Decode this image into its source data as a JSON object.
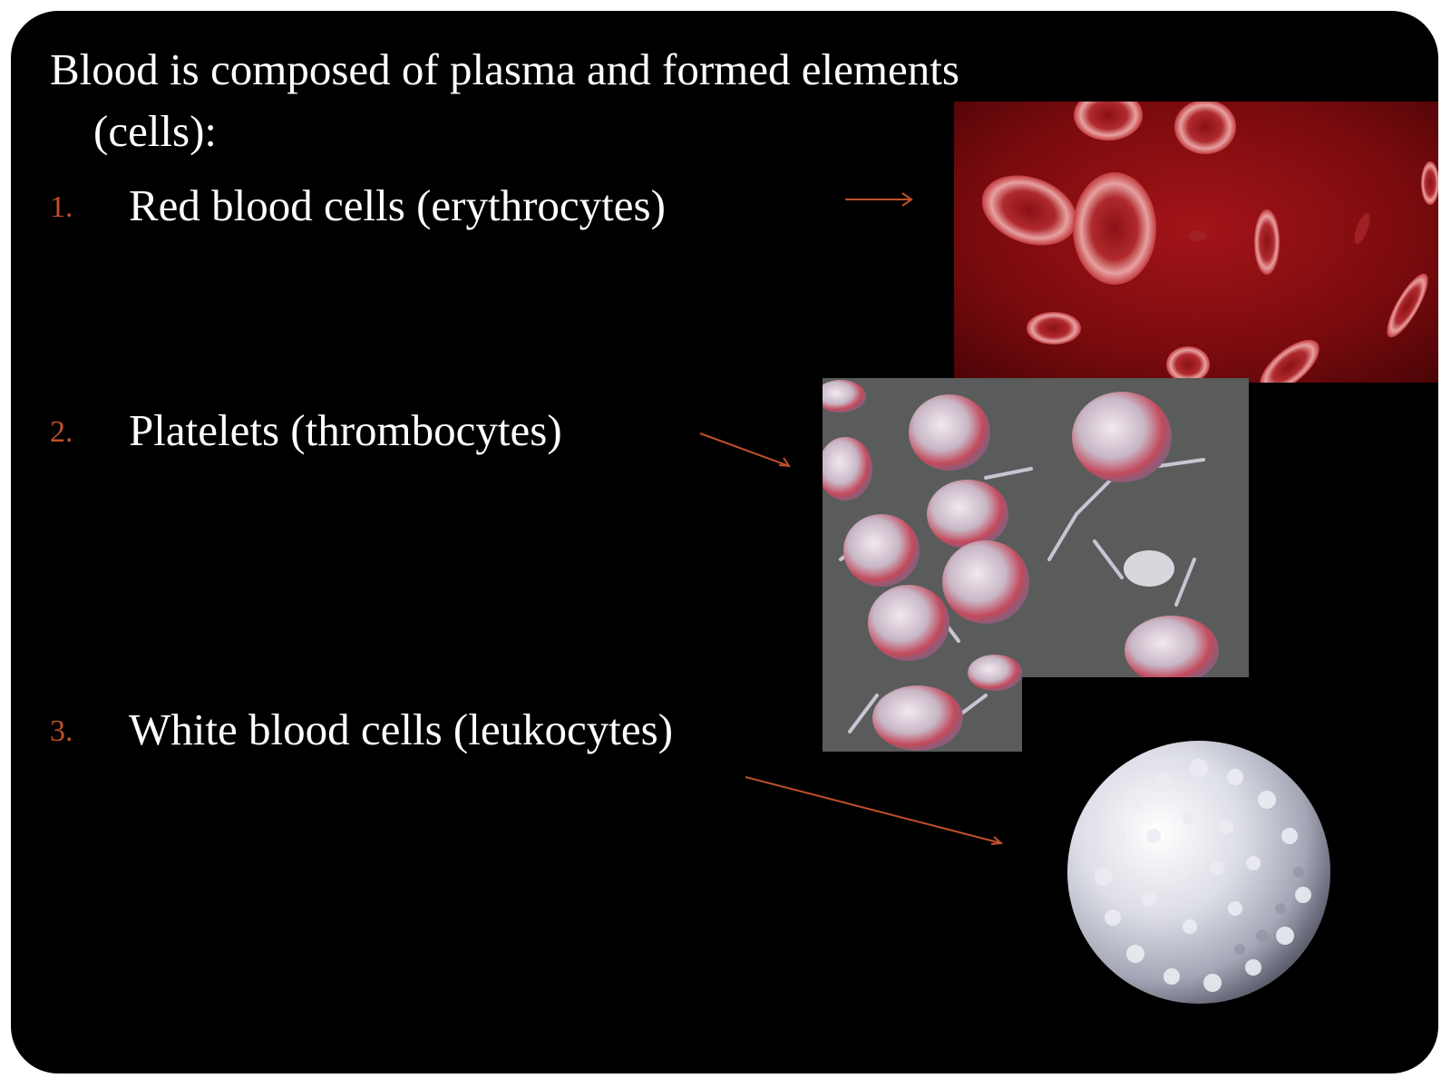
{
  "intro": {
    "line1": "Blood is composed of plasma and formed elements",
    "line2": "(cells):"
  },
  "items": [
    {
      "number": "1.",
      "label": "Red blood cells (erythrocytes)"
    },
    {
      "number": "2.",
      "label": "Platelets (thrombocytes)"
    },
    {
      "number": "3.",
      "label": "White blood cells (leukocytes)"
    }
  ],
  "colors": {
    "background": "#000000",
    "text": "#ffffff",
    "accent": "#c0502b"
  },
  "images": [
    {
      "name": "red-blood-cells-image"
    },
    {
      "name": "platelets-image"
    },
    {
      "name": "white-blood-cell-image"
    }
  ]
}
